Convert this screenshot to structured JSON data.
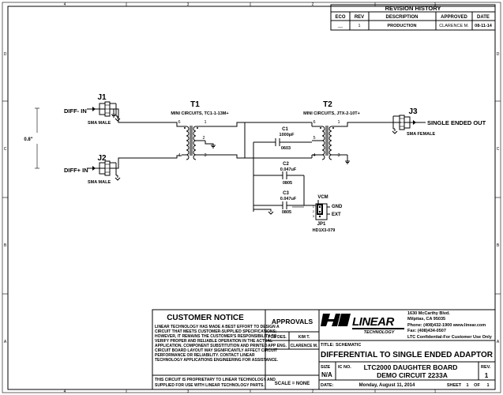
{
  "border": {
    "col_labels": [
      "4",
      "3",
      "2",
      "1"
    ],
    "row_labels": [
      "D",
      "C",
      "B",
      "A"
    ]
  },
  "revision_history": {
    "title": "REVISION HISTORY",
    "headers": [
      "ECO",
      "REV",
      "DESCRIPTION",
      "APPROVED",
      "DATE"
    ],
    "row": [
      "__",
      "1",
      "PRODUCTION",
      "CLARENCE M.",
      "08-11-14"
    ]
  },
  "schematic": {
    "dimension": "0.8\"",
    "j1": {
      "ref": "J1",
      "label": "DIFF- IN",
      "type": "SMA MALE"
    },
    "j2": {
      "ref": "J2",
      "label": "DIFF+ IN",
      "type": "SMA MALE"
    },
    "j3": {
      "ref": "J3",
      "label": "SINGLE ENDED OUT",
      "type": "SMA FEMALE"
    },
    "t1": {
      "ref": "T1",
      "part": "MINI CIRCUITS, TC1-1-13M+",
      "pins": [
        "6",
        "1",
        "2",
        "4",
        "3"
      ]
    },
    "t2": {
      "ref": "T2",
      "part": "MINI CIRCUITS, JTX-2-10T+",
      "pins": [
        "6",
        "1",
        "5",
        "4",
        "3"
      ]
    },
    "c1": {
      "ref": "C1",
      "value": "1000pF",
      "size": "0603"
    },
    "c2": {
      "ref": "C2",
      "value": "0.047uF",
      "size": "0805"
    },
    "c3": {
      "ref": "C3",
      "value": "0.047uF",
      "size": "0805"
    },
    "jp1": {
      "ref": "JP1",
      "part": "HD1X3-079",
      "vcm": "VCM",
      "gnd": "GND",
      "ext": "EXT",
      "pins": [
        "1",
        "2",
        "3"
      ]
    }
  },
  "notice": {
    "title": "CUSTOMER NOTICE",
    "lines": [
      "LINEAR TECHNOLOGY HAS MADE A BEST EFFORT TO DESIGN A",
      "CIRCUIT THAT MEETS CUSTOMER-SUPPLIED SPECIFICATIONS;",
      "HOWEVER, IT REMAINS THE CUSTOMER'S RESPONSIBILITY TO",
      "VERIFY PROPER AND RELIABLE OPERATION IN THE ACTUAL",
      "APPLICATION.  COMPONENT SUBSTITUTION AND PRINTED",
      "CIRCUIT BOARD LAYOUT MAY SIGNIFICANTLY AFFECT CIRCUIT",
      "PERFORMANCE OR RELIABILITY.  CONTACT LINEAR",
      "TECHNOLOGY APPLICATIONS ENGINEERING FOR ASSISTANCE."
    ],
    "proprietary": [
      "THIS CIRCUIT IS PROPRIETARY TO LINEAR TECHNOLOGY AND",
      "SUPPLIED FOR USE WITH LINEAR TECHNOLOGY PARTS."
    ]
  },
  "approvals": {
    "title": "APPROVALS",
    "rows": [
      {
        "role": "PCB DES.",
        "name": "KIM T."
      },
      {
        "role": "APP ENG.",
        "name": "CLARENCE M."
      }
    ],
    "scale": "SCALE = NONE"
  },
  "company": {
    "logo_text": "LINEAR",
    "logo_sub": "TECHNOLOGY",
    "address": [
      "1630 McCarthy Blvd.",
      "Milpitas, CA  95035",
      "Phone: (408)432-1900  www.linear.com",
      "Fax: (408)434-0507",
      "LTC Confidential-For Customer Use Only"
    ]
  },
  "title_block": {
    "title_label": "TITLE:",
    "title_value": "SCHEMATIC",
    "main_title": "DIFFERENTIAL TO SINGLE ENDED ADAPTOR",
    "size_label": "SIZE",
    "size_value": "N/A",
    "icno_label": "IC NO.",
    "board_line1": "LTC2000 DAUGHTER BOARD",
    "board_line2": "DEMO CIRCUIT 2233A",
    "rev_label": "REV.",
    "rev_value": "1",
    "date_label": "DATE:",
    "date_value": "Monday, August 11, 2014",
    "sheet_label": "SHEET",
    "sheet_num": "1",
    "of_label": "OF",
    "sheet_total": "1"
  }
}
